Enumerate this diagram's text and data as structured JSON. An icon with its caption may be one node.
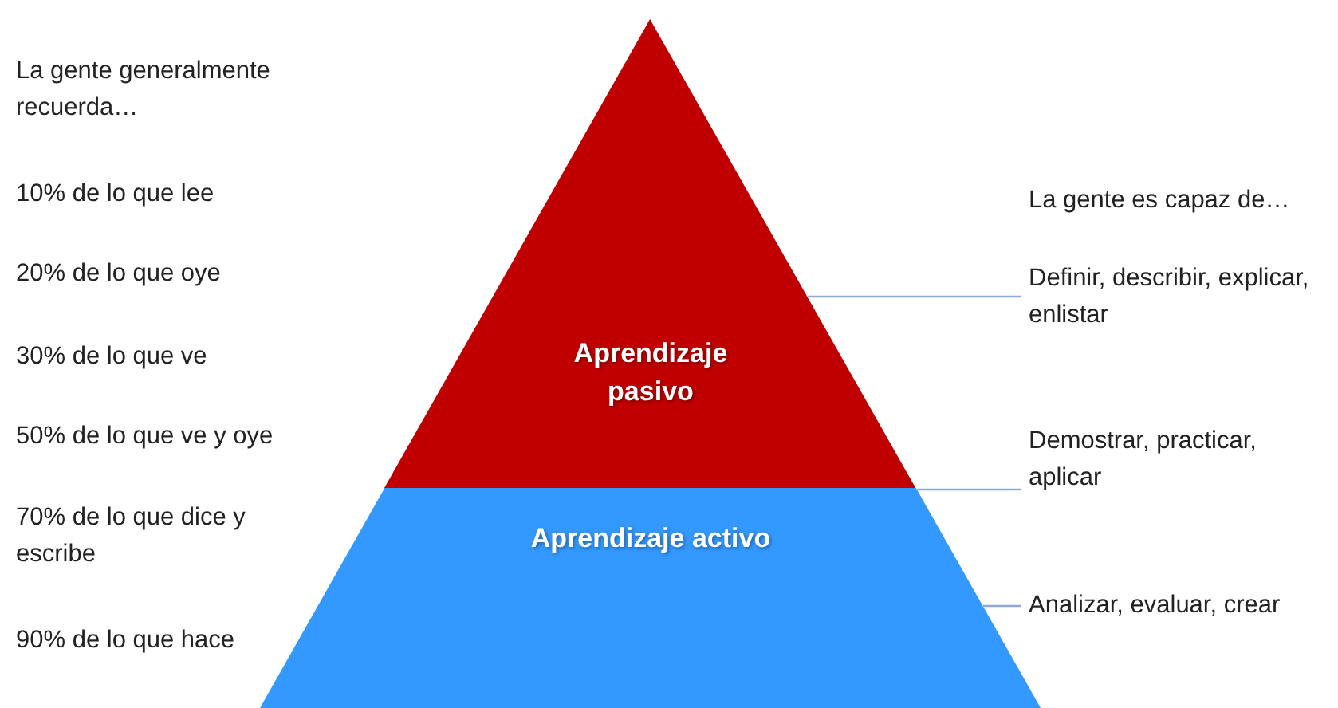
{
  "diagram": {
    "nodes": [
      {
        "text": [
          "Aprendizaje pasivo"
        ]
      },
      {
        "text": [
          "Aprendizaje activo"
        ]
      },
      {
        "text": [
          "Definir, describir, explicar, enlistar"
        ]
      },
      {
        "text": [
          "Demostrar, practicar, aplicar"
        ]
      },
      {
        "text": [
          "Analizar, evaluar, crear"
        ]
      }
    ],
    "edges": [
      {
        "from": 2,
        "to": 0,
        "arrow": "none"
      },
      {
        "from": 3,
        "to": 1,
        "arrow": "none"
      },
      {
        "from": 4,
        "to": 1,
        "arrow": "none"
      }
    ],
    "labels": [
      "La gente generalmente recuerda…",
      "10% de lo que lee",
      "20% de lo que oye",
      "30% de lo que ve",
      "50% de lo que ve y oye",
      "70% de lo que dice y escribe",
      "90% de lo que hace",
      "La gente es capaz de…"
    ]
  }
}
